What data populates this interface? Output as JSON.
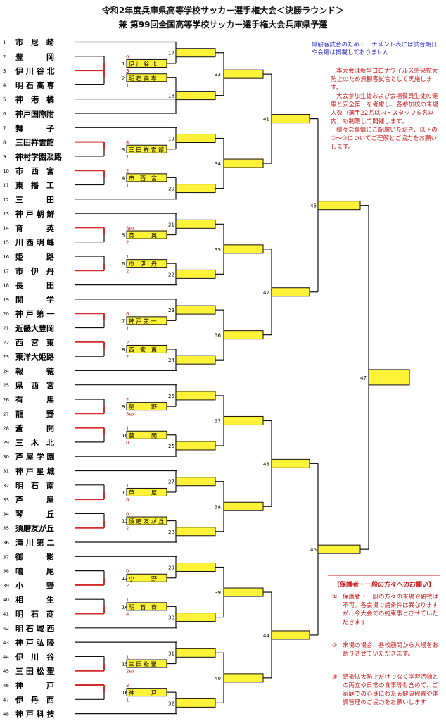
{
  "header": {
    "title1": "令和2年度兵庫県高等学校サッカー選手権大会＜決勝ラウンド＞",
    "title2": "兼 第99回全国高等学校サッカー選手権大会兵庫県予選"
  },
  "teams": [
    {
      "no": "1",
      "name": "市　尼　崎"
    },
    {
      "no": "2",
      "name": "豊　　　岡"
    },
    {
      "no": "3",
      "name": "伊 川 谷 北"
    },
    {
      "no": "4",
      "name": "明 石 高 専"
    },
    {
      "no": "5",
      "name": "神　港　橘"
    },
    {
      "no": "6",
      "name": "神戸国際附"
    },
    {
      "no": "7",
      "name": "舞　　　子"
    },
    {
      "no": "8",
      "name": "三田祥雲館"
    },
    {
      "no": "9",
      "name": "神村学園淡路"
    },
    {
      "no": "10",
      "name": "市　西　宮"
    },
    {
      "no": "11",
      "name": "東　播　工"
    },
    {
      "no": "12",
      "name": "三　　　田"
    },
    {
      "no": "13",
      "name": "神 戸 朝 鮮"
    },
    {
      "no": "14",
      "name": "育　　　英"
    },
    {
      "no": "15",
      "name": "川 西 明 峰"
    },
    {
      "no": "16",
      "name": "姫　　　路"
    },
    {
      "no": "17",
      "name": "市　伊　丹"
    },
    {
      "no": "18",
      "name": "長　　　田"
    },
    {
      "no": "19",
      "name": "関　　　学"
    },
    {
      "no": "20",
      "name": "神 戸 第 一"
    },
    {
      "no": "21",
      "name": "近畿大豊岡"
    },
    {
      "no": "22",
      "name": "西　宮　東"
    },
    {
      "no": "23",
      "name": "東洋大姫路"
    },
    {
      "no": "24",
      "name": "報　　　徳"
    },
    {
      "no": "25",
      "name": "県　西　宮"
    },
    {
      "no": "26",
      "name": "有　　　馬"
    },
    {
      "no": "27",
      "name": "龍　　　野"
    },
    {
      "no": "28",
      "name": "蒼　　　開"
    },
    {
      "no": "29",
      "name": "三　木　北"
    },
    {
      "no": "30",
      "name": "芦 屋 学 園"
    },
    {
      "no": "31",
      "name": "神 戸 星 城"
    },
    {
      "no": "32",
      "name": "明　石　南"
    },
    {
      "no": "33",
      "name": "芦　　　屋"
    },
    {
      "no": "34",
      "name": "琴　　　丘"
    },
    {
      "no": "35",
      "name": "須磨友が丘"
    },
    {
      "no": "36",
      "name": "滝 川 第 二"
    },
    {
      "no": "37",
      "name": "御　　　影"
    },
    {
      "no": "38",
      "name": "鳴　　　尾"
    },
    {
      "no": "39",
      "name": "小　　　野"
    },
    {
      "no": "40",
      "name": "相　　　生"
    },
    {
      "no": "41",
      "name": "明　石　商"
    },
    {
      "no": "42",
      "name": "明 石 城 西"
    },
    {
      "no": "43",
      "name": "神 戸 弘 陵"
    },
    {
      "no": "44",
      "name": "伊　川　谷"
    },
    {
      "no": "45",
      "name": "三 田 松 聖"
    },
    {
      "no": "46",
      "name": "神　　　戸"
    },
    {
      "no": "47",
      "name": "伊　丹　西"
    },
    {
      "no": "48",
      "name": "神 戸 科 技"
    }
  ],
  "first_round": [
    {
      "match": "1",
      "a": 2,
      "b": 3,
      "score_a": "0",
      "score_b": "5",
      "winner": "伊 川 谷 北"
    },
    {
      "match": "2",
      "a": 3,
      "b": 4,
      "score_a": "3",
      "score_b": "1",
      "winner": "明 石 高 専"
    },
    {
      "match": "3",
      "a": 8,
      "b": 9,
      "score_a": "4",
      "score_b": "1",
      "winner": "三 田 祥 雲 館"
    },
    {
      "match": "4",
      "a": 10,
      "b": 11,
      "score_a": "2",
      "score_b": "1",
      "winner": "市　西　宮"
    },
    {
      "match": "5",
      "a": 14,
      "b": 15,
      "score_a": "3ex",
      "score_b": "2",
      "winner": "育　　　英"
    },
    {
      "match": "6",
      "a": 16,
      "b": 17,
      "score_a": "1",
      "score_b": "2",
      "winner": "市　伊　丹"
    },
    {
      "match": "7",
      "a": 20,
      "b": 21,
      "score_a": "6",
      "score_b": "1",
      "winner": "神 戸 第 一"
    },
    {
      "match": "8",
      "a": 22,
      "b": 23,
      "score_a": "2",
      "score_b": "2",
      "winner": "西　宮　東"
    },
    {
      "match": "9",
      "a": 26,
      "b": 27,
      "score_a": "2",
      "score_b": "5ex",
      "winner": "龍　　　野"
    },
    {
      "match": "10",
      "a": 28,
      "b": 29,
      "score_a": "1",
      "score_b": "0",
      "winner": "蒼　　　開"
    },
    {
      "match": "11",
      "a": 32,
      "b": 33,
      "score_a": "1",
      "score_b": "6",
      "winner": "芦　　　屋"
    },
    {
      "match": "12",
      "a": 34,
      "b": 35,
      "score_a": "0",
      "score_b": "2",
      "winner": "須 磨 友 が 丘"
    },
    {
      "match": "13",
      "a": 38,
      "b": 39,
      "score_a": "0",
      "score_b": "2",
      "winner": "小　　　野"
    },
    {
      "match": "14",
      "a": 40,
      "b": 41,
      "score_a": "1",
      "score_b": "4",
      "winner": "明　石　商"
    },
    {
      "match": "15",
      "a": 44,
      "b": 45,
      "score_a": "1",
      "score_b": "2ex",
      "winner": "三 田 松 聖"
    },
    {
      "match": "16",
      "a": 46,
      "b": 47,
      "score_a": "3",
      "score_b": "1",
      "winner": "神　　　戸"
    }
  ],
  "later_rounds": {
    "r2": [
      "17",
      "18",
      "19",
      "20",
      "21",
      "22",
      "23",
      "24",
      "25",
      "26",
      "27",
      "28",
      "29",
      "30",
      "31",
      "32"
    ],
    "r3": [
      "33",
      "34",
      "35",
      "36",
      "37",
      "38",
      "39",
      "40"
    ],
    "r4": [
      "41",
      "42",
      "43",
      "44"
    ],
    "semi": [
      "45",
      "46"
    ],
    "final": "47"
  },
  "notes": {
    "no_spectator": "無観客試合のためトーナメント表には試合期日や会場は掲載しておりません",
    "covid_1": "本大会は新型コロナウイルス感染拡大防止のため無観客試合として実施します。",
    "covid_2": "大会参加生徒および会場役員生徒の健康と安全第一を考慮し、各参加校の来場人数（選手22名以内・スタッフ６名以内）も制限して開催します。",
    "covid_3": "様々な事情にご配慮いただき、以下の①～③についてご理解とご協力をお願いします。"
  },
  "request": {
    "title": "【保護者・一般の方々へのお願い】",
    "items": [
      {
        "num": "①",
        "text": "保護者・一般の方々の来場や観戦は不可。各会場で諸条件は異なりますが、今大会での約束事とさせていただきます"
      },
      {
        "num": "②",
        "text": "来場の場合、各校顧問から入場をお断りさせていただきます。"
      },
      {
        "num": "③",
        "text": "感染拡大防止だけでなく学習活動との両立や日常の食事等も含めて、ご家庭での心身にわたる健康観察や体調管理のご協力をお願いします"
      }
    ]
  },
  "colors": {
    "winner_line": "#d42a2a",
    "box_fill": "#fff33a",
    "line": "#111111",
    "note_blue": "#2b2bd8",
    "note_red": "#cc1a1a"
  }
}
